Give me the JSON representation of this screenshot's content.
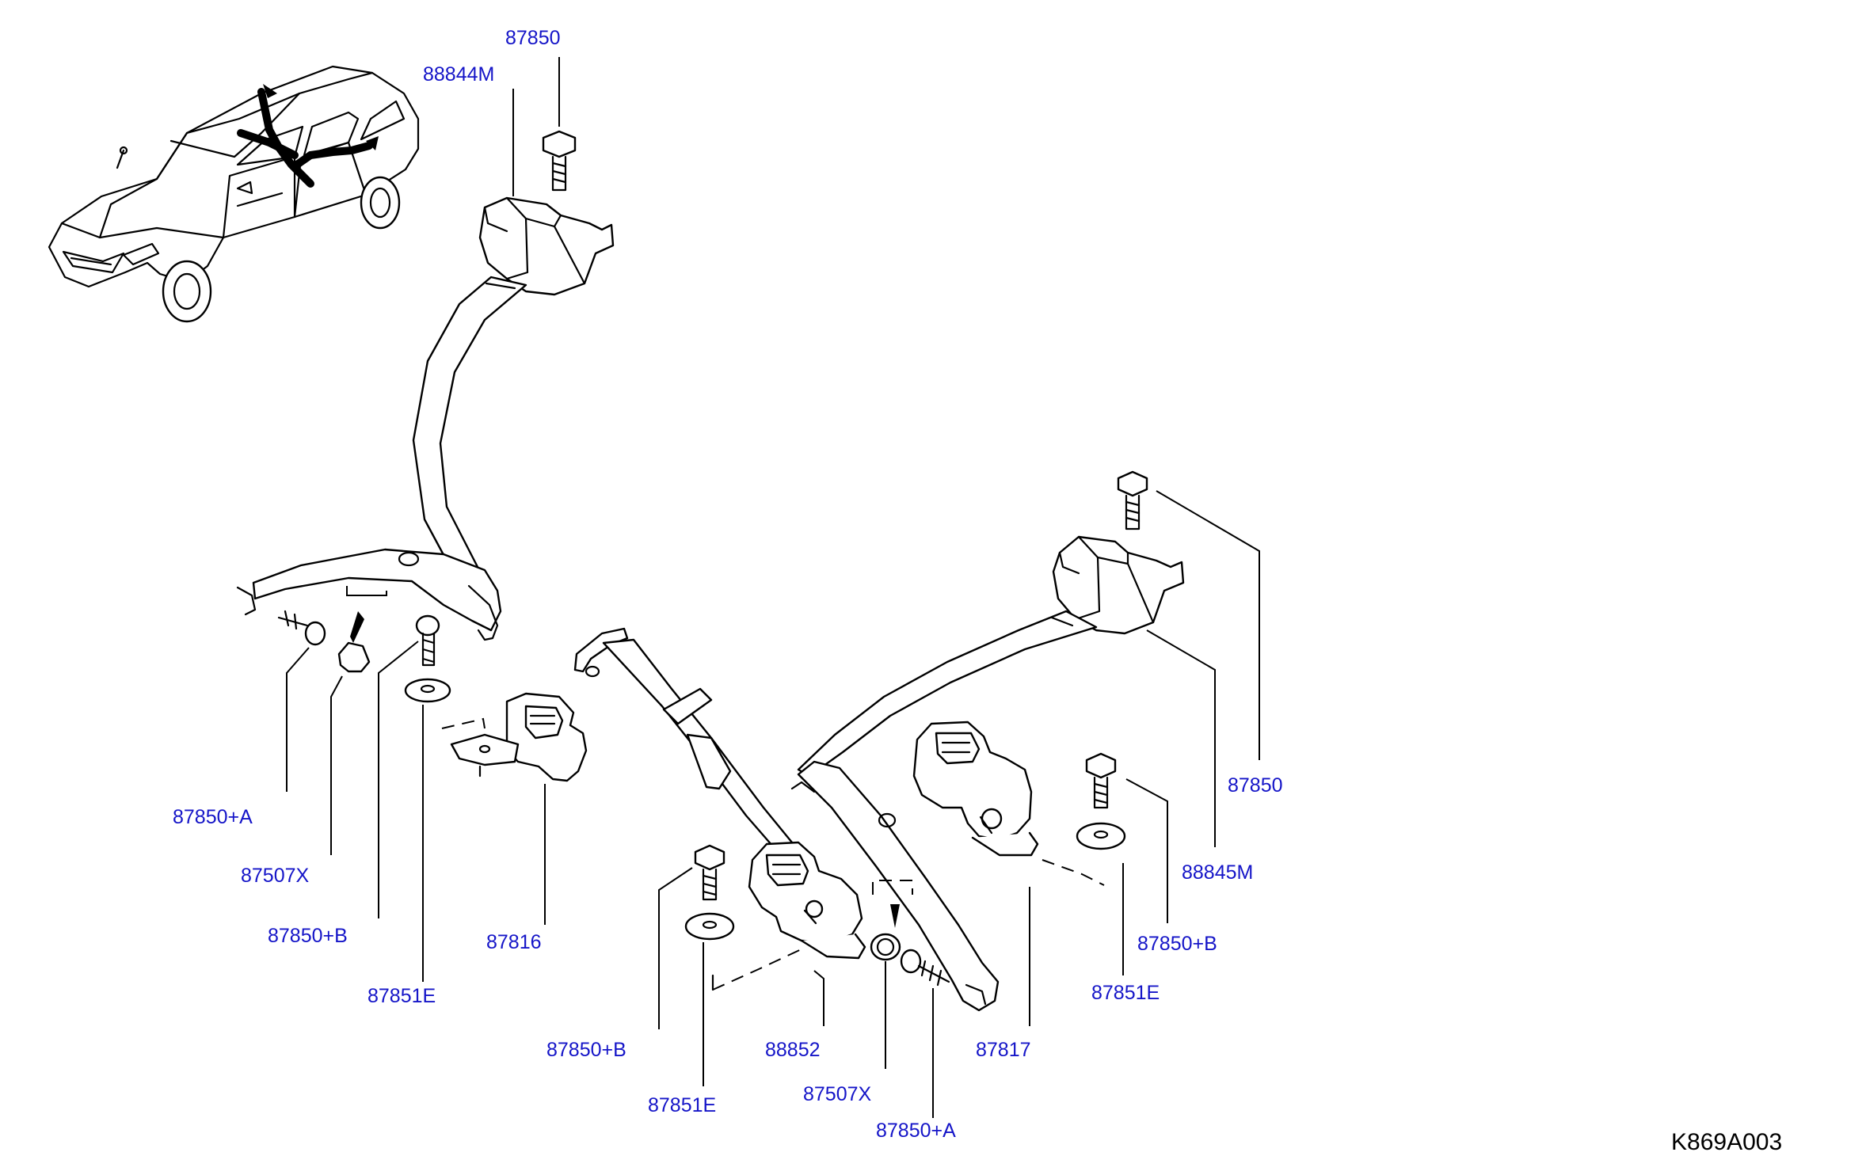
{
  "diagram": {
    "code": "K869A003",
    "colors": {
      "label": "#1515c8",
      "line": "#000000",
      "background": "#ffffff"
    },
    "parts": [
      "87850",
      "88844M",
      "87850+A",
      "87507X",
      "87850+B",
      "87851E",
      "87816",
      "87850+B",
      "87851E",
      "88852",
      "87507X",
      "87850+A",
      "87817",
      "87850",
      "88845M",
      "87850+B",
      "87851E"
    ]
  }
}
